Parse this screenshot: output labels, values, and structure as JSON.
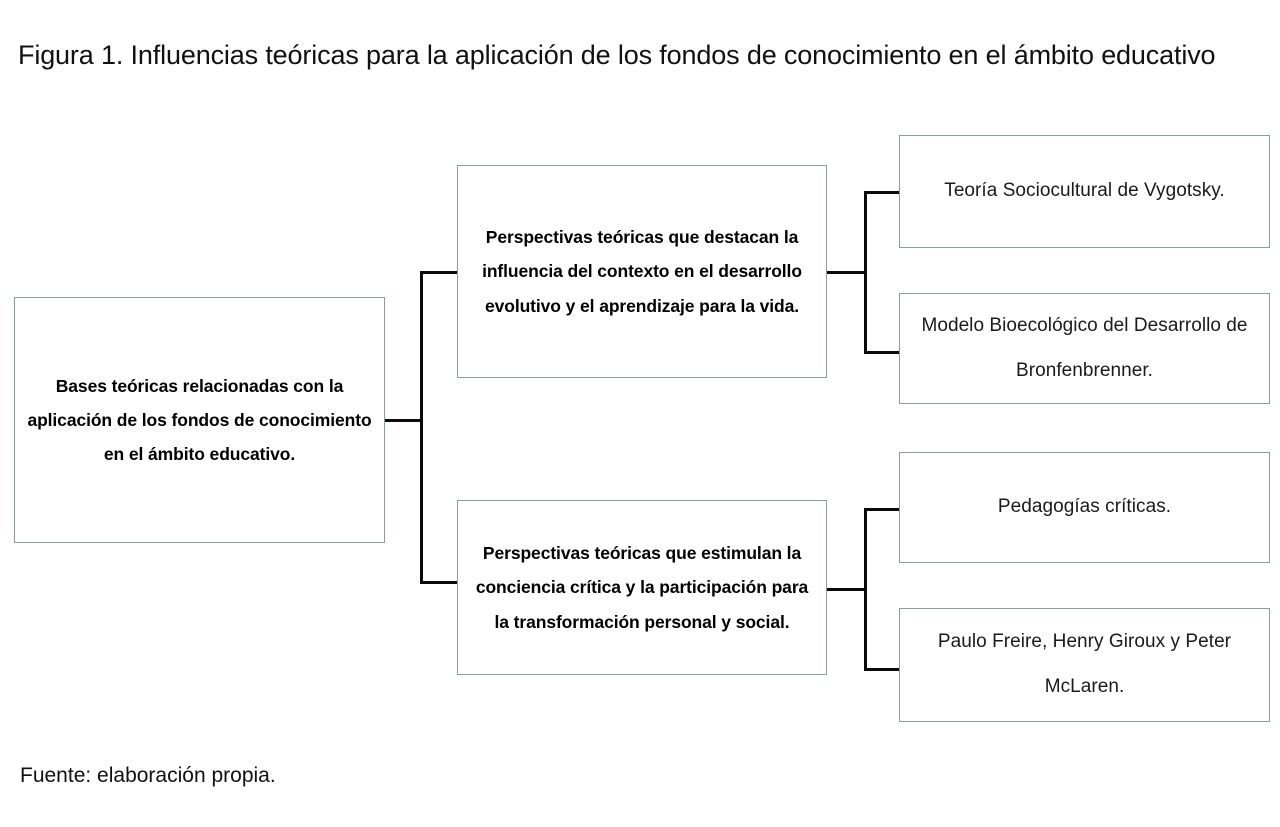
{
  "figure": {
    "title": "Figura 1. Influencias teóricas para la aplicación de los fondos de conocimiento en el ámbito educativo",
    "source": "Fuente: elaboración propia."
  },
  "style": {
    "box_border_color": "#8d9ba3",
    "box_fill_color": "#ffffff",
    "connector_color": "#0a0a0a",
    "text_color": "#000000",
    "background_color": "#ffffff"
  },
  "chart_data": {
    "type": "diagram",
    "subtype": "horizontal-tree",
    "title": "Figura 1. Influencias teóricas para la aplicación de los fondos de conocimiento en el ámbito educativo",
    "caption": "Fuente: elaboración propia.",
    "levels": 3,
    "nodes": [
      {
        "id": "root",
        "level": 0,
        "label": "Bases teóricas relacionadas con la aplicación de los fondos de conocimiento en el ámbito educativo.",
        "bold": true,
        "children": [
          "b1",
          "b2"
        ]
      },
      {
        "id": "b1",
        "level": 1,
        "label": "Perspectivas teóricas que destacan la influencia del contexto en el desarrollo evolutivo y el aprendizaje para la vida.",
        "bold": true,
        "children": [
          "l1",
          "l2"
        ]
      },
      {
        "id": "b2",
        "level": 1,
        "label": "Perspectivas teóricas que estimulan la conciencia crítica y la participación para la transformación personal y social.",
        "bold": true,
        "children": [
          "l3",
          "l4"
        ]
      },
      {
        "id": "l1",
        "level": 2,
        "label": "Teoría Sociocultural de Vygotsky.",
        "bold": false,
        "children": []
      },
      {
        "id": "l2",
        "level": 2,
        "label": "Modelo Bioecológico del Desarrollo de Bronfenbrenner.",
        "bold": false,
        "children": []
      },
      {
        "id": "l3",
        "level": 2,
        "label": "Pedagogías críticas.",
        "bold": false,
        "children": []
      },
      {
        "id": "l4",
        "level": 2,
        "label": "Paulo Freire, Henry Giroux y Peter McLaren.",
        "bold": false,
        "children": []
      }
    ],
    "edges": [
      {
        "from": "root",
        "to": "b1"
      },
      {
        "from": "root",
        "to": "b2"
      },
      {
        "from": "b1",
        "to": "l1"
      },
      {
        "from": "b1",
        "to": "l2"
      },
      {
        "from": "b2",
        "to": "l3"
      },
      {
        "from": "b2",
        "to": "l4"
      }
    ]
  }
}
